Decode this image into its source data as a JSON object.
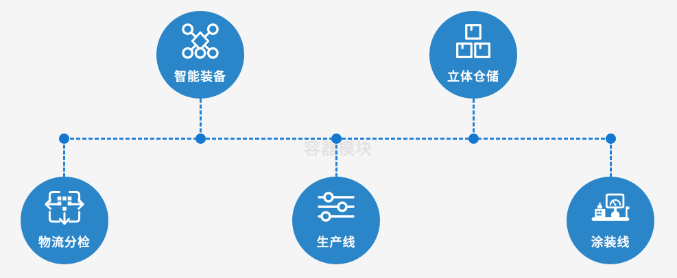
{
  "page": {
    "background": "#f5f5f6"
  },
  "watermark": {
    "text": "容器模块",
    "color": "#e3e3e6"
  },
  "palette": {
    "node_fill": "#2b86c9",
    "connector_blue": "#2181d5",
    "junction_dot_blue": "#1478d0",
    "label_color": "#ffffff"
  },
  "diagram": {
    "nodes": [
      {
        "id": "smart-equipment",
        "label": "智能装备",
        "icon": "network-nodes-icon",
        "position": "top-left"
      },
      {
        "id": "warehouse",
        "label": "立体仓储",
        "icon": "stacked-boxes-icon",
        "position": "top-right"
      },
      {
        "id": "logistics-sorting",
        "label": "物流分检",
        "icon": "sort-dispatch-icon",
        "position": "bottom-left"
      },
      {
        "id": "production-line",
        "label": "生产线",
        "icon": "sliders-icon",
        "position": "bottom-center"
      },
      {
        "id": "painting-line",
        "label": "涂装线",
        "icon": "control-station-icon",
        "position": "bottom-right"
      }
    ],
    "connector_style": "dashed",
    "junction_count": 5
  }
}
